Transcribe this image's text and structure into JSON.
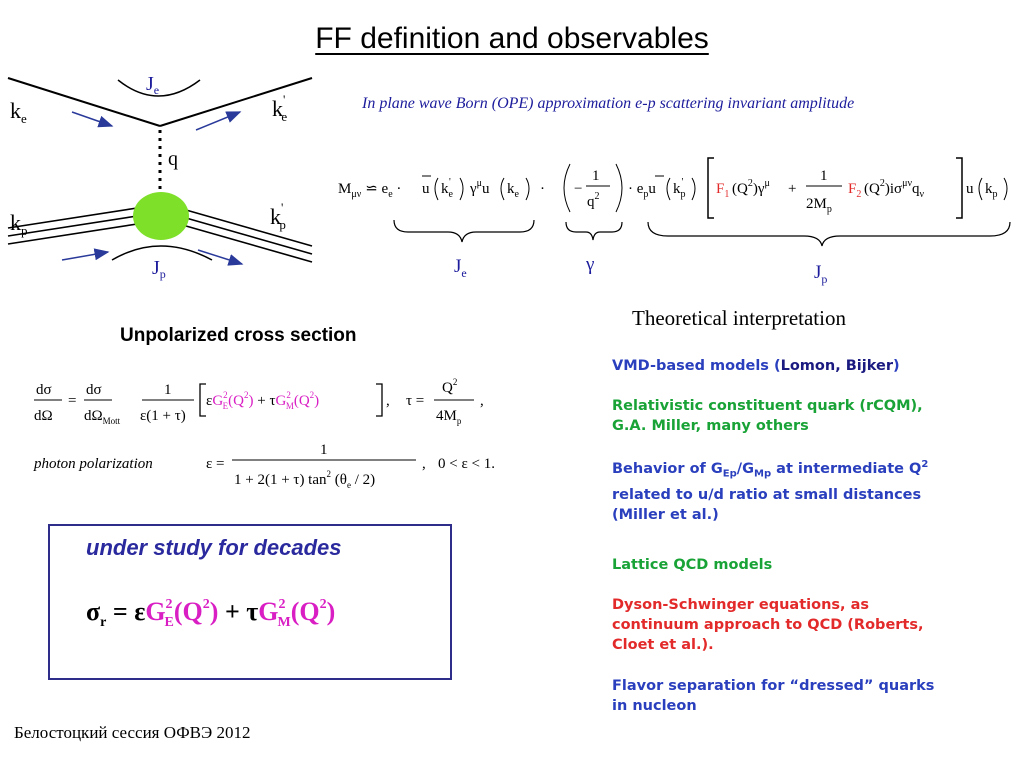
{
  "slide": {
    "title": " FF definition and  observables ",
    "born_caption": "In plane wave Born (OPE)  approximation  e-p scattering invariant amplitude",
    "unpolarized_heading": "Unpolarized cross section",
    "theory_heading": "Theoretical interpretation",
    "decades_label": "under study for decades",
    "footer": "Белостоцкий сессия ОФВЭ 2012",
    "photon_polarization_label": "photon polarization"
  },
  "diagram": {
    "labels": {
      "ke": "k",
      "ke_sub": "e",
      "ke_prime": "k",
      "ke_prime_sub": "e",
      "prime": "'",
      "kp": "k",
      "kp_sub": "p",
      "kp_prime": "k",
      "kp_prime_sub": "p",
      "je": "J",
      "je_sub": "e",
      "jp": "J",
      "jp_sub": "p",
      "q": "q"
    },
    "colors": {
      "blob": "#7fe02a",
      "je_label": "#1c1c9c",
      "arrow": "#2a3a9a"
    }
  },
  "amplitude": {
    "brace_labels": {
      "je": "J",
      "je_sub": "e",
      "gamma": "γ",
      "jp": "J",
      "jp_sub": "p"
    }
  },
  "theory": {
    "items": [
      {
        "text": "VMD-based models (",
        "names": "Lomon, Bijker",
        "tail": ")",
        "color": "#2a3fbd",
        "name_color": "#1a1a80"
      },
      {
        "text": "Relativistic constituent quark (rCQM), G.A. Miller, many others",
        "color": "#19a337"
      },
      {
        "text_a": "Behavior of G",
        "sub_a": "Ep",
        "text_b": "/G",
        "sub_b": "Mp",
        "text_c": " at intermediate Q",
        "sup_c": "2",
        "text_d": " related to u/d ratio at small distances  (Miller et al.)",
        "color": "#2a3fbd"
      },
      {
        "text": "Lattice QCD models",
        "color": "#19a337"
      },
      {
        "text": "Dyson-Schwinger equations, as continuum approach to QCD (Roberts, Cloet et al.).",
        "color": "#e32a2a"
      },
      {
        "text": "Flavor separation for “dressed” quarks in nucleon",
        "color": "#2a3fbd"
      }
    ]
  }
}
